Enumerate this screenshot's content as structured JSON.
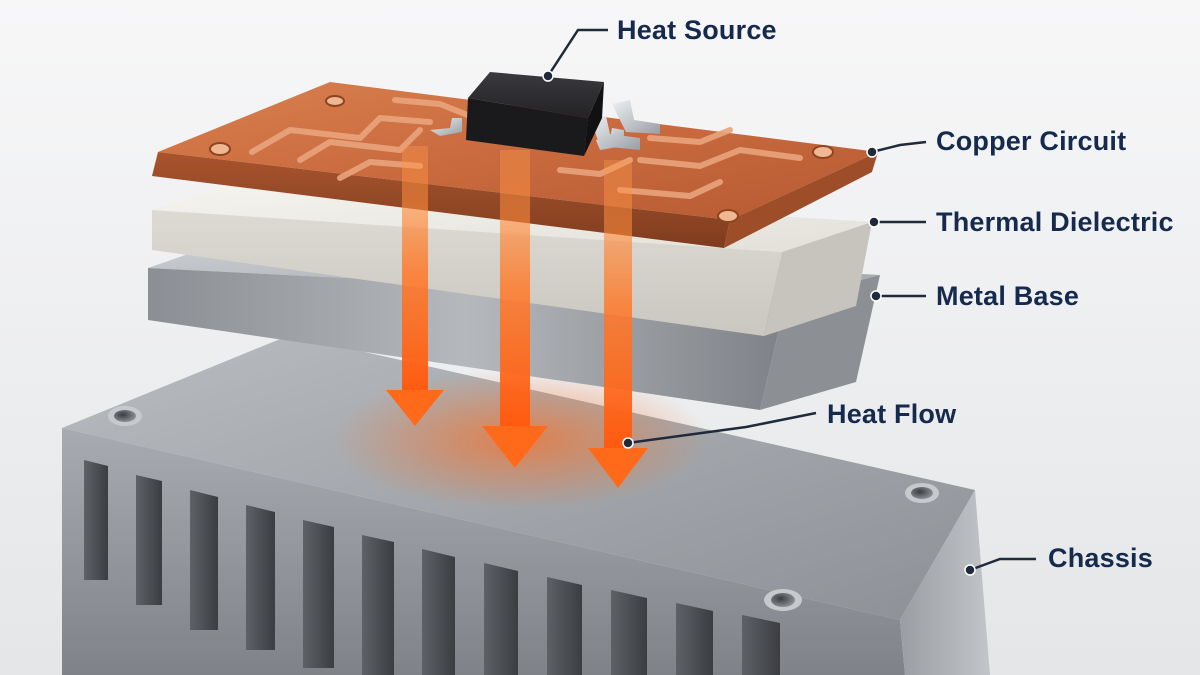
{
  "labels": {
    "heat_source": "Heat Source",
    "copper_circuit": "Copper Circuit",
    "thermal_dielectric": "Thermal Dielectric",
    "metal_base": "Metal Base",
    "heat_flow": "Heat Flow",
    "chassis": "Chassis"
  },
  "colors": {
    "label_text": "#152a4d",
    "leader_line": "#1f2a3a",
    "copper": "#c96a3e",
    "copper_edge": "#8e4421",
    "dielectric": "#ecebe4",
    "metal": "#a9adb2",
    "chassis": "#9ea2a7",
    "heat_arrow": "#ff6a1a",
    "chip": "#1c1c1e"
  },
  "icons": [
    "heat-source-chip",
    "heat-flow-arrow",
    "heatsink-fins",
    "mounting-hole"
  ]
}
